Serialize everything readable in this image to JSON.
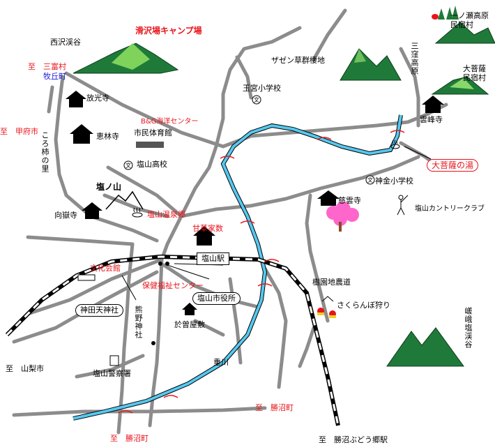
{
  "map": {
    "camp_title": "滑沢場キャンプ場",
    "places": {
      "nishizawa_keikoku": "西沢渓谷",
      "zazen_sodo": "ザゼン草群棲地",
      "tamamiya_school": "玉宮小学校",
      "sannomiya_plateau": "三窪高原",
      "ichinose_village": "一ノ瀬高原\n民宿村",
      "daibosatsu_village": "大菩薩\n民宿村",
      "unpoji": "雲峰寺",
      "daibosatsu_onsen": "大菩薩の湯",
      "kanekane_school": "神金小学校",
      "jiunji": "慈雲寺",
      "country_club": "塩山カントリークラブ",
      "hoshoji": "放光寺",
      "erinji": "恵林寺",
      "bg_center": "B&G海洋センター",
      "gym": "市民体育館",
      "enzan_high": "塩山高校",
      "shionoyama": "塩ノ山",
      "enzan_onsen": "塩山温泉郷",
      "kogyoji": "向嶽寺",
      "amakasu_house": "甘草家数",
      "enzan_station": "塩山駅",
      "bunka_kaikan": "文化会館",
      "hoken_center": "保健福祉センター",
      "city_office": "塩山市役所",
      "kanda_shrine": "神田天神社",
      "kumano_shrine": "熊野神社",
      "osone_house": "於曽屋敷",
      "police": "塩山警察署",
      "jushu_road": "樹園地農道",
      "cherry_picking": "さくらんぼ狩り",
      "fuefuki_river": "重川",
      "hinokisawa": "嵯峨塩渓谷",
      "korogaki": "ころ柿の里"
    },
    "destinations": {
      "mitomi_top": "至　三富村",
      "makioka": "牧丘町",
      "kofu": "至　甲府市",
      "yamanashi": "至　山梨市",
      "katsunuma_mid": "至　勝沼町",
      "katsunuma_bottom": "至　勝沼町",
      "budo_station": "至　勝沼ぶどう郷駅"
    },
    "colors": {
      "route_red": "#e8141b",
      "river_blue": "#55c8f0",
      "road_gray": "#8c8c8c",
      "mountain_green": "#1f7a3a",
      "destination_blue": "#1a1ad8"
    }
  }
}
